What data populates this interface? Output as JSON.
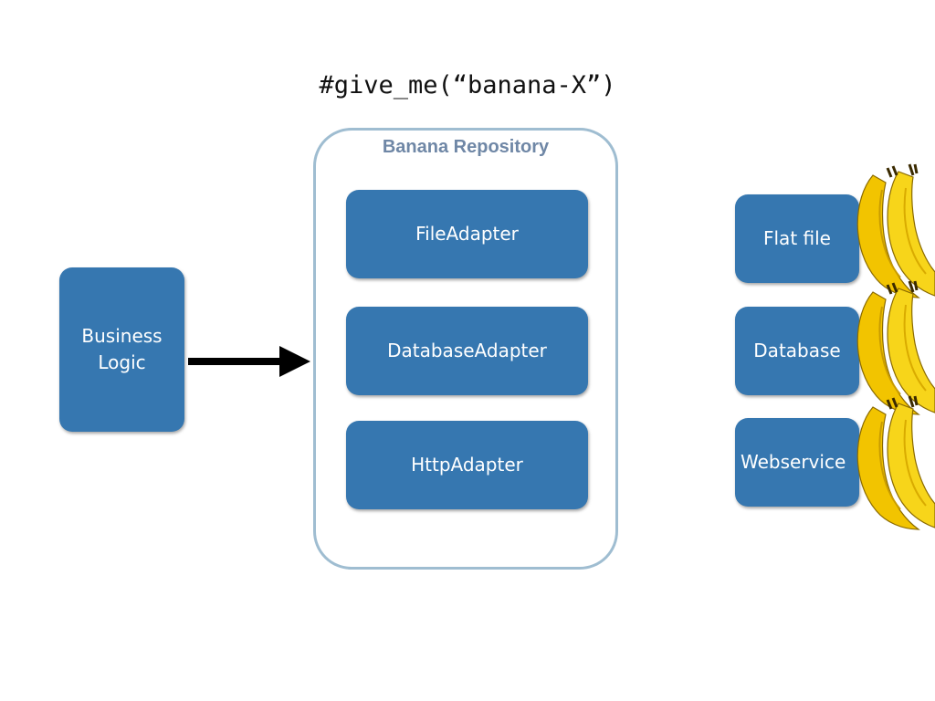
{
  "title": "#give_me(“banana-X”)",
  "repository": {
    "label": "Banana Repository",
    "adapters": [
      "FileAdapter",
      "DatabaseAdapter",
      "HttpAdapter"
    ]
  },
  "business_logic": {
    "label": "Business\nLogic"
  },
  "sources": [
    "Flat file",
    "Database",
    "Webservice"
  ],
  "colors": {
    "box": "#3677b0",
    "repo_border": "#9fbdd1",
    "repo_title": "#6f87a6",
    "banana": "#f5d10d"
  },
  "icons": [
    "arrow-right-icon",
    "banana-icon"
  ]
}
